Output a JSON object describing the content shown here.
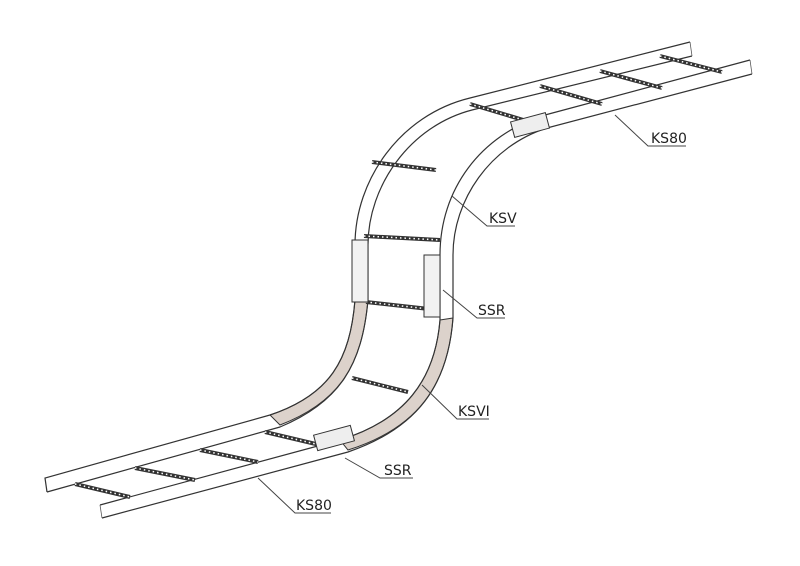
{
  "diagram": {
    "labels": [
      {
        "id": "ks80-top",
        "text": "KS80"
      },
      {
        "id": "ksv",
        "text": "KSV"
      },
      {
        "id": "ssr-upper",
        "text": "SSR"
      },
      {
        "id": "ksvi",
        "text": "KSVI"
      },
      {
        "id": "ssr-lower",
        "text": "SSR"
      },
      {
        "id": "ks80-bottom",
        "text": "KS80"
      }
    ],
    "colors": {
      "line": "#333333",
      "ksvi_fill": "#dcd2cb",
      "background": "#ffffff"
    }
  }
}
